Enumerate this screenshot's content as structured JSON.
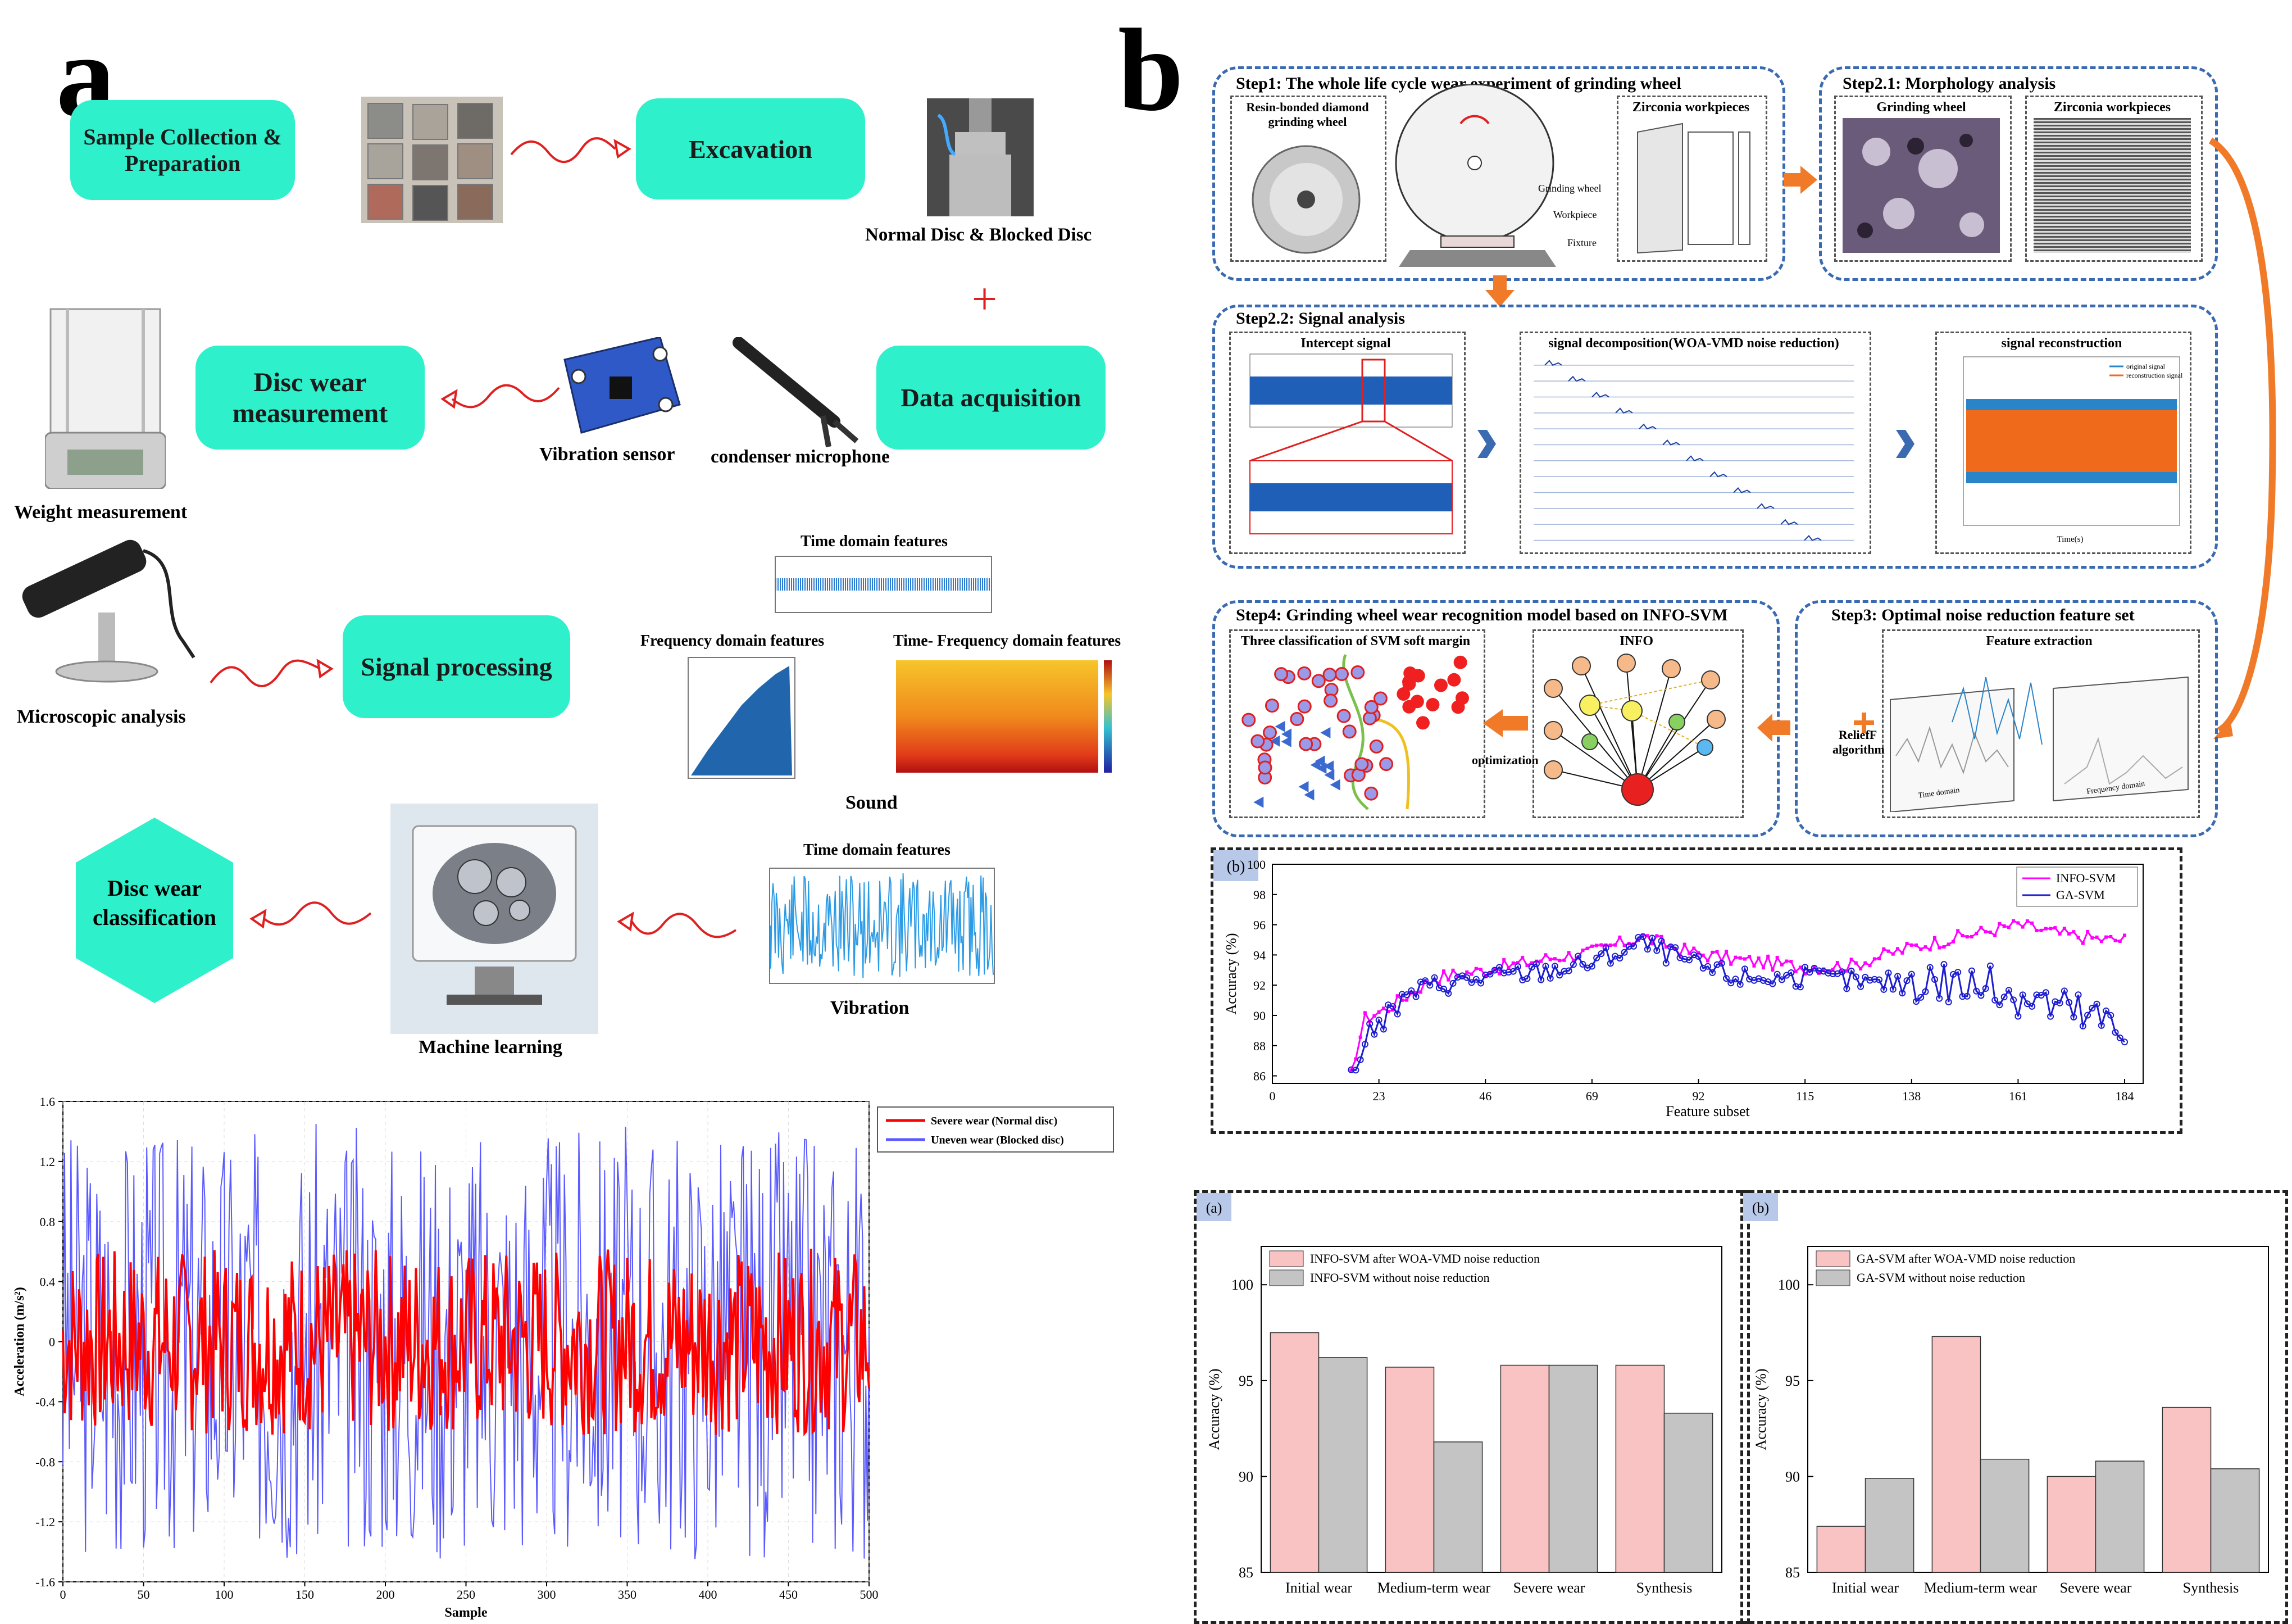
{
  "panel_a": {
    "letter": "a",
    "sample_box": "Sample Collection & Preparation",
    "excavation_box": "Excavation",
    "disc_caption": "Normal Disc & Blocked Disc",
    "plus_sign": "+",
    "disc_wear_box": "Disc wear measurement",
    "data_acq_box": "Data acquisition",
    "vibration_sensor": "Vibration sensor",
    "microphone": "condenser microphone",
    "weight_measure": "Weight measurement",
    "microscopic": "Microscopic analysis",
    "signal_processing_box": "Signal processing",
    "time_domain_features": "Time domain features",
    "freq_domain_features": "Frequency domain features",
    "tf_domain_features": "Time- Frequency domain features",
    "sound": "Sound",
    "time_domain_features_2": "Time domain features",
    "vibration": "Vibration",
    "disc_class_box": "Disc wear classification",
    "machine_learning": "Machine learning"
  },
  "panel_b": {
    "letter": "b",
    "step1": "Step1: The whole life cycle wear experiment of grinding wheel",
    "resin_wheel": "Resin-bonded diamond grinding wheel",
    "zirconia_workpieces": "Zirconia workpieces",
    "grinding_wheel_lbl": "Grinding wheel",
    "workpiece_lbl": "Workpiece",
    "fixture_lbl": "Fixture",
    "step21": "Step2.1: Morphology analysis",
    "m_grinding_wheel": "Grinding wheel",
    "m_zirconia": "Zirconia workpieces",
    "step22": "Step2.2: Signal analysis",
    "intercept_signal": "Intercept signal",
    "signal_decomp": "signal decomposition(WOA-VMD noise reduction)",
    "signal_recon": "signal reconstruction",
    "recon_legend_1": "original signal",
    "recon_legend_2": "reconstruction signal",
    "recon_xlabel": "Time(s)",
    "step4": "Step4: Grinding wheel wear recognition model based on INFO-SVM",
    "svm_title": "Three classification of SVM soft margin",
    "info_title": "INFO",
    "optimization": "optimization",
    "step3": "Step3: Optimal noise reduction feature set",
    "feature_extraction": "Feature extraction",
    "relieff": "ReliefF algorithm",
    "time_domain": "Time domain",
    "freq_domain": "Frequency domain"
  },
  "colors": {
    "teal_box": "#2ef0cb",
    "red_arrow": "#e02020",
    "step_frame": "#3a6ab0",
    "orange_arrow": "#f07a28",
    "severe": "#ff0000",
    "uneven": "#5a5aff",
    "info_svm": "#ff00ff",
    "ga_svm": "#1c1cd0",
    "bar_pink": "#f9c3c3",
    "bar_gray": "#c4c4c4"
  },
  "chart_data": [
    {
      "id": "acceleration",
      "type": "line",
      "xlabel": "Sample",
      "ylabel": "Acceleration (m/s²)",
      "xlim": [
        0,
        500
      ],
      "ylim": [
        -1.6,
        1.6
      ],
      "xticks": [
        "0",
        "50",
        "100",
        "150",
        "200",
        "250",
        "300",
        "350",
        "400",
        "450",
        "500"
      ],
      "yticks": [
        "-1.6",
        "-1.2",
        "-0.8",
        "-0.4",
        "0",
        "0.4",
        "0.8",
        "1.2",
        "1.6"
      ],
      "series": [
        {
          "name": "Severe wear (Normal disc)",
          "color": "#ff0000",
          "amplitude": 0.62,
          "seed": 7
        },
        {
          "name": "Uneven wear (Blocked disc)",
          "color": "#5a5aff",
          "amplitude": 1.45,
          "seed": 3
        }
      ]
    },
    {
      "id": "feature_subset",
      "type": "line",
      "panel_label": "(b)",
      "xlabel": "Feature subset",
      "ylabel": "Accuracy (%)",
      "xlim": [
        0,
        188
      ],
      "ylim": [
        85.5,
        100
      ],
      "xticks": [
        "0",
        "23",
        "46",
        "69",
        "92",
        "115",
        "138",
        "161",
        "184"
      ],
      "yticks": [
        "86",
        "88",
        "90",
        "92",
        "94",
        "96",
        "98",
        "100"
      ],
      "series": [
        {
          "name": "INFO-SVM",
          "color": "#ff00ff",
          "anchors": [
            [
              17,
              86
            ],
            [
              18,
              87.5
            ],
            [
              20,
              89.8
            ],
            [
              25,
              90.5
            ],
            [
              30,
              91.5
            ],
            [
              35,
              92.5
            ],
            [
              46,
              93
            ],
            [
              60,
              93.8
            ],
            [
              69,
              94.2
            ],
            [
              80,
              95.2
            ],
            [
              90,
              94.2
            ],
            [
              100,
              93.7
            ],
            [
              115,
              93.2
            ],
            [
              125,
              93.3
            ],
            [
              130,
              93.8
            ],
            [
              138,
              94.5
            ],
            [
              150,
              95.3
            ],
            [
              161,
              96
            ],
            [
              170,
              95.4
            ],
            [
              180,
              95
            ],
            [
              184,
              95
            ]
          ]
        },
        {
          "name": "GA-SVM",
          "color": "#1c1cd0",
          "anchors": [
            [
              17,
              86
            ],
            [
              18,
              86.5
            ],
            [
              20,
              88.5
            ],
            [
              25,
              90
            ],
            [
              30,
              91.5
            ],
            [
              35,
              92
            ],
            [
              46,
              92.5
            ],
            [
              60,
              93
            ],
            [
              69,
              93.5
            ],
            [
              80,
              94.8
            ],
            [
              90,
              93.5
            ],
            [
              100,
              92.5
            ],
            [
              115,
              92.5
            ],
            [
              125,
              92.3
            ],
            [
              130,
              92
            ],
            [
              138,
              92.5
            ],
            [
              150,
              92
            ],
            [
              161,
              91.5
            ],
            [
              170,
              90.5
            ],
            [
              180,
              89.5
            ],
            [
              184,
              88.5
            ]
          ]
        }
      ]
    },
    {
      "id": "info_bars",
      "type": "bar",
      "panel_label": "(a)",
      "ylabel": "Accuracy (%)",
      "ylim": [
        85,
        102
      ],
      "yticks": [
        "85",
        "90",
        "95",
        "100"
      ],
      "categories": [
        "Initial wear",
        "Medium-term wear",
        "Severe wear",
        "Synthesis"
      ],
      "series": [
        {
          "name": "INFO-SVM after WOA-VMD noise reduction",
          "values": [
            97.5,
            95.7,
            95.8,
            95.8
          ]
        },
        {
          "name": "INFO-SVM without noise reduction",
          "values": [
            96.2,
            91.8,
            95.8,
            93.3
          ]
        }
      ]
    },
    {
      "id": "ga_bars",
      "type": "bar",
      "panel_label": "(b)",
      "ylabel": "Accuracy (%)",
      "ylim": [
        85,
        102
      ],
      "yticks": [
        "85",
        "90",
        "95",
        "100"
      ],
      "categories": [
        "Initial wear",
        "Medium-term wear",
        "Severe wear",
        "Synthesis"
      ],
      "series": [
        {
          "name": "GA-SVM after WOA-VMD noise reduction",
          "values": [
            87.4,
            97.3,
            90.0,
            93.6
          ]
        },
        {
          "name": "GA-SVM without noise reduction",
          "values": [
            89.9,
            90.9,
            90.8,
            90.4
          ]
        }
      ]
    }
  ]
}
